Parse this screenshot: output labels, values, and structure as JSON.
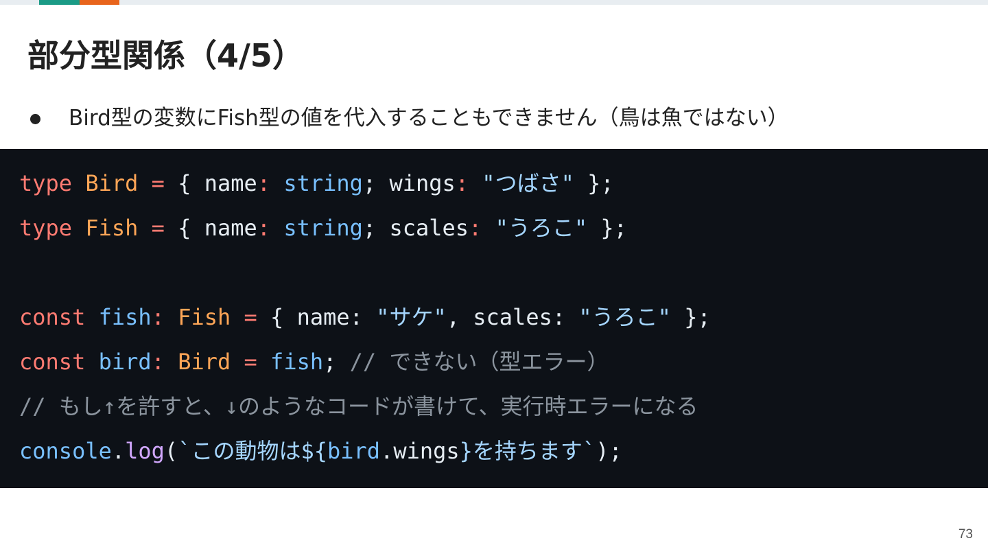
{
  "slide": {
    "title": "部分型関係（4/5）",
    "bullet": "Bird型の変数にFish型の値を代入することもできません（鳥は魚ではない）",
    "page_number": "73"
  },
  "code": {
    "lines": [
      [
        {
          "t": "type",
          "c": "kw"
        },
        {
          "t": " ",
          "c": "pl"
        },
        {
          "t": "Bird",
          "c": "ty"
        },
        {
          "t": " ",
          "c": "pl"
        },
        {
          "t": "=",
          "c": "kw"
        },
        {
          "t": " { name",
          "c": "pl"
        },
        {
          "t": ":",
          "c": "kw"
        },
        {
          "t": " ",
          "c": "pl"
        },
        {
          "t": "string",
          "c": "bt"
        },
        {
          "t": "; wings",
          "c": "pl"
        },
        {
          "t": ":",
          "c": "kw"
        },
        {
          "t": " ",
          "c": "pl"
        },
        {
          "t": "\"つばさ\"",
          "c": "st"
        },
        {
          "t": " };",
          "c": "pl"
        }
      ],
      [
        {
          "t": "type",
          "c": "kw"
        },
        {
          "t": " ",
          "c": "pl"
        },
        {
          "t": "Fish",
          "c": "ty"
        },
        {
          "t": " ",
          "c": "pl"
        },
        {
          "t": "=",
          "c": "kw"
        },
        {
          "t": " { name",
          "c": "pl"
        },
        {
          "t": ":",
          "c": "kw"
        },
        {
          "t": " ",
          "c": "pl"
        },
        {
          "t": "string",
          "c": "bt"
        },
        {
          "t": "; scales",
          "c": "pl"
        },
        {
          "t": ":",
          "c": "kw"
        },
        {
          "t": " ",
          "c": "pl"
        },
        {
          "t": "\"うろこ\"",
          "c": "st"
        },
        {
          "t": " };",
          "c": "pl"
        }
      ],
      [],
      [
        {
          "t": "const",
          "c": "kw"
        },
        {
          "t": " ",
          "c": "pl"
        },
        {
          "t": "fish",
          "c": "vr"
        },
        {
          "t": ":",
          "c": "kw"
        },
        {
          "t": " ",
          "c": "pl"
        },
        {
          "t": "Fish",
          "c": "ty"
        },
        {
          "t": " ",
          "c": "pl"
        },
        {
          "t": "=",
          "c": "kw"
        },
        {
          "t": " { name: ",
          "c": "pl"
        },
        {
          "t": "\"サケ\"",
          "c": "st"
        },
        {
          "t": ", scales: ",
          "c": "pl"
        },
        {
          "t": "\"うろこ\"",
          "c": "st"
        },
        {
          "t": " };",
          "c": "pl"
        }
      ],
      [
        {
          "t": "const",
          "c": "kw"
        },
        {
          "t": " ",
          "c": "pl"
        },
        {
          "t": "bird",
          "c": "vr"
        },
        {
          "t": ":",
          "c": "kw"
        },
        {
          "t": " ",
          "c": "pl"
        },
        {
          "t": "Bird",
          "c": "ty"
        },
        {
          "t": " ",
          "c": "pl"
        },
        {
          "t": "=",
          "c": "kw"
        },
        {
          "t": " ",
          "c": "pl"
        },
        {
          "t": "fish",
          "c": "vr"
        },
        {
          "t": "; ",
          "c": "pl"
        },
        {
          "t": "// できない（型エラー）",
          "c": "cm"
        }
      ],
      [
        {
          "t": "// もし↑を許すと、↓のようなコードが書けて、実行時エラーになる",
          "c": "cm"
        }
      ],
      [
        {
          "t": "console",
          "c": "vr"
        },
        {
          "t": ".",
          "c": "pl"
        },
        {
          "t": "log",
          "c": "fn"
        },
        {
          "t": "(",
          "c": "pl"
        },
        {
          "t": "`この動物は${",
          "c": "st"
        },
        {
          "t": "bird",
          "c": "vr"
        },
        {
          "t": ".wings",
          "c": "pl"
        },
        {
          "t": "}を持ちます`",
          "c": "st"
        },
        {
          "t": ");",
          "c": "pl"
        }
      ]
    ]
  }
}
